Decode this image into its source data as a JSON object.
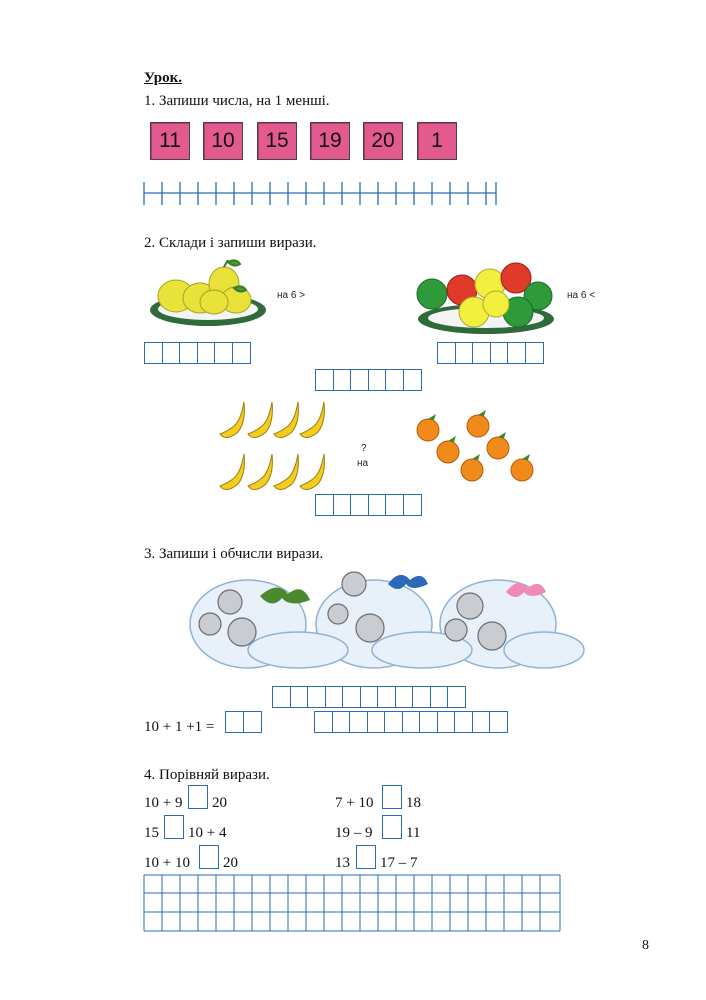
{
  "lesson": {
    "title": "Урок."
  },
  "task1": {
    "heading": "1. Запиши числа, на 1 менші.",
    "numbers": [
      "11",
      "10",
      "15",
      "19",
      "20",
      "1"
    ]
  },
  "task2": {
    "heading": "2. Склади і запиши вирази.",
    "pears_label": "на 6 >",
    "apples_label": "на 6 <",
    "question_mark": "?",
    "question_word": "на"
  },
  "task3": {
    "heading": "3. Запиши і обчисли вирази.",
    "expression": "10 + 1 +1 ="
  },
  "task4": {
    "heading": "4. Порівняй вирази.",
    "rows": [
      {
        "left_a": "10 + 9",
        "left_b": "20",
        "right_a": "7 + 10",
        "right_b": "18"
      },
      {
        "left_a": "15",
        "left_b": "10 + 4",
        "right_a": "19 – 9",
        "right_b": "11"
      },
      {
        "left_a": "10 + 10",
        "left_b": "20",
        "right_a": "13",
        "right_b": "17 – 7"
      }
    ]
  },
  "page_number": "8",
  "colors": {
    "card": "#e35a8e",
    "grid": "#2a6db4"
  }
}
